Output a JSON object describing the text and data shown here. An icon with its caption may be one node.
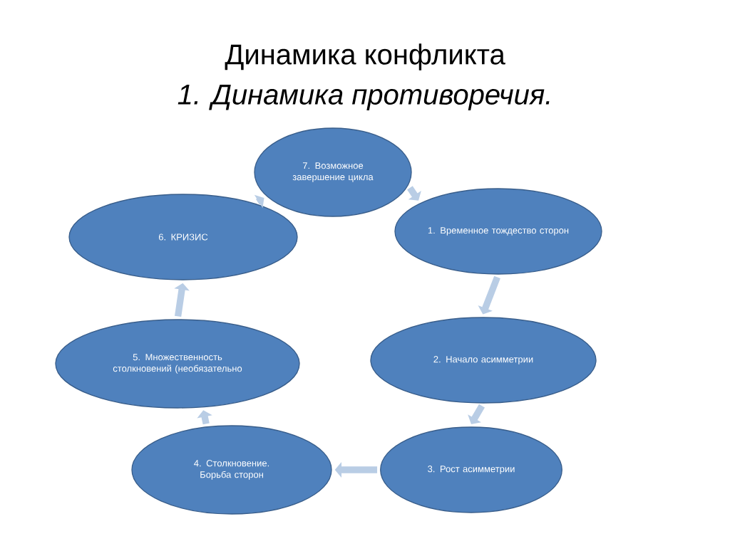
{
  "diagram": {
    "title": "Динамика конфликта",
    "labels": [
      "1. Динамика противоречия."
    ],
    "nodes": [
      {
        "text": [
          "7. Возможное завершение цикла"
        ]
      },
      {
        "text": [
          "1. Временное тождество сторон"
        ]
      },
      {
        "text": [
          "2. Начало асимметрии"
        ]
      },
      {
        "text": [
          "3. Рост асимметрии"
        ]
      },
      {
        "text": [
          "4. Столкновение. Борьба сторон"
        ]
      },
      {
        "text": [
          "5. Множественность столкновений (необязательно"
        ]
      },
      {
        "text": [
          "6. КРИЗИС"
        ]
      }
    ],
    "edges": [
      {
        "from": 0,
        "to": 1,
        "arrow": "to"
      },
      {
        "from": 1,
        "to": 2,
        "arrow": "to"
      },
      {
        "from": 2,
        "to": 3,
        "arrow": "to"
      },
      {
        "from": 3,
        "to": 4,
        "arrow": "to"
      },
      {
        "from": 4,
        "to": 5,
        "arrow": "to"
      },
      {
        "from": 5,
        "to": 6,
        "arrow": "to"
      },
      {
        "from": 6,
        "to": 0,
        "arrow": "to"
      }
    ]
  }
}
